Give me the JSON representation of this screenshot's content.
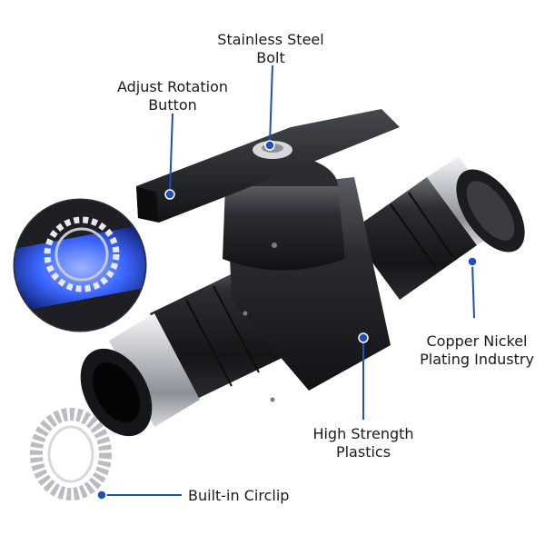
{
  "labels": {
    "stainless_steel_bolt": {
      "line1": "Stainless Steel",
      "line2": "Bolt"
    },
    "adjust_rotation_button": {
      "line1": "Adjust Rotation",
      "line2": "Button"
    },
    "copper_nickel_plating": {
      "line1": "Copper Nickel",
      "line2": "Plating Industry"
    },
    "high_strength_plastics": {
      "line1": "High Strength",
      "line2": "Plastics"
    },
    "built_in_circlip": {
      "line1": "Built-in Circlip"
    }
  },
  "colors": {
    "callout_blue": "#1f4fbf",
    "body_black": "#1c1d20",
    "metal_silver": "#c9ccd0",
    "glow_blue": "#3b66ff"
  }
}
